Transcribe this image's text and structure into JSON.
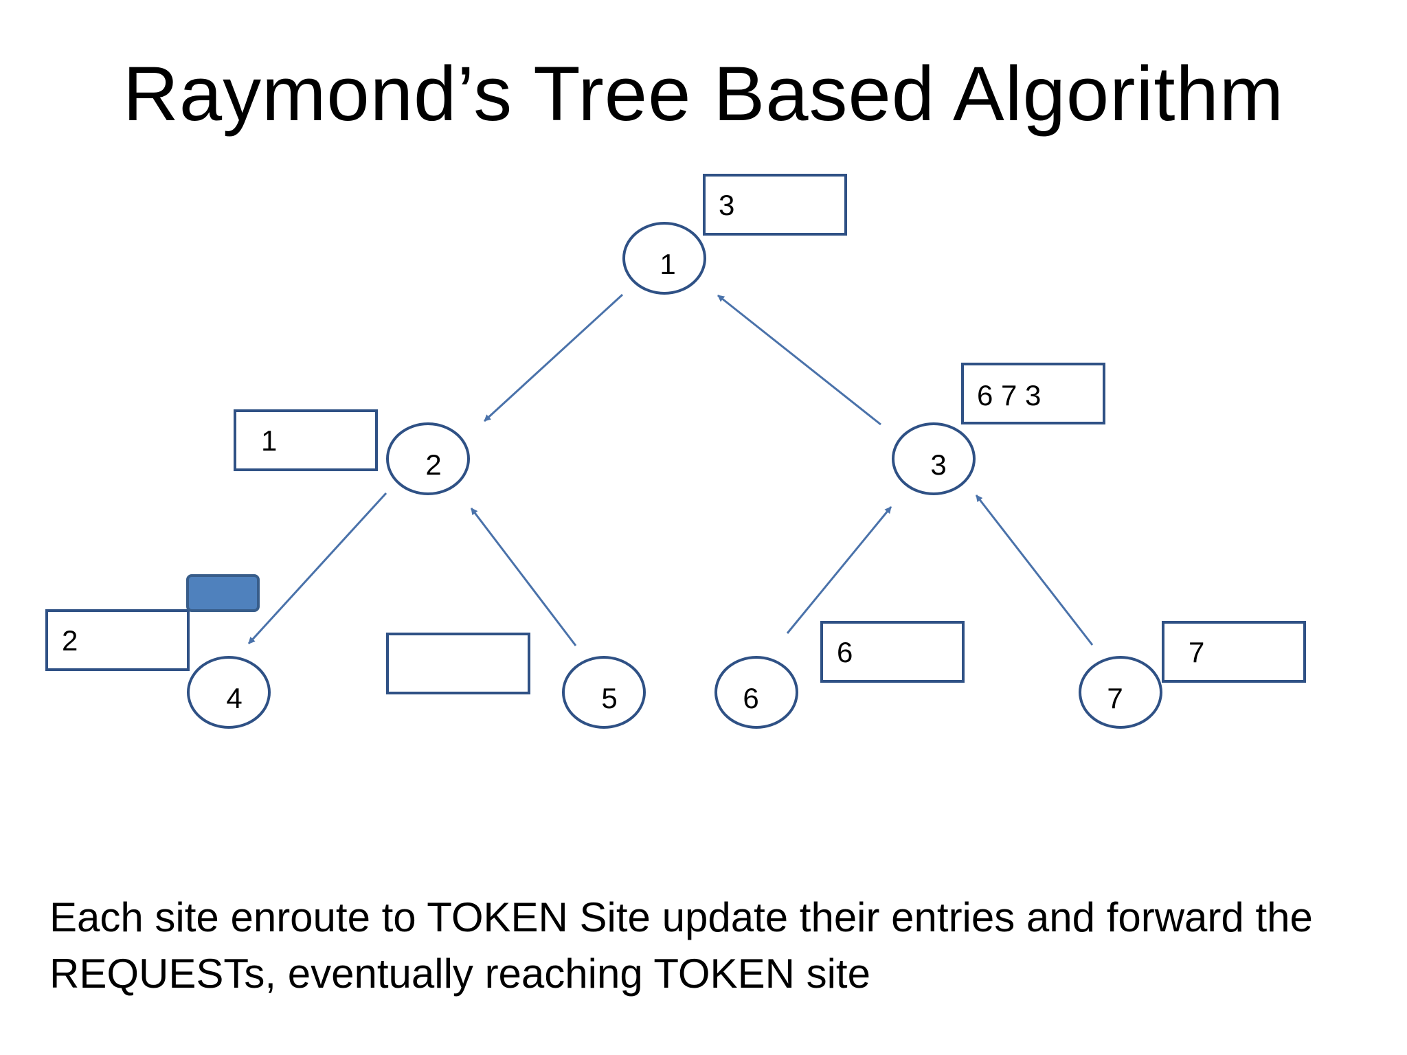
{
  "title": "Raymond’s Tree Based Algorithm",
  "caption": {
    "line1": "Each site enroute to TOKEN Site update their entries and forward the",
    "line2": "REQUESTs, eventually reaching TOKEN site"
  },
  "colors": {
    "node_stroke": "#2f5185",
    "arrow": "#4a72aa",
    "queue_stroke": "#2f5185",
    "token_fill": "#4f81bd",
    "token_stroke": "#385d8a"
  },
  "nodes": [
    {
      "id": "1",
      "label": "1"
    },
    {
      "id": "2",
      "label": "2"
    },
    {
      "id": "3",
      "label": "3"
    },
    {
      "id": "4",
      "label": "4"
    },
    {
      "id": "5",
      "label": "5"
    },
    {
      "id": "6",
      "label": "6"
    },
    {
      "id": "7",
      "label": "7"
    }
  ],
  "queues": [
    {
      "site": "1",
      "text": "3"
    },
    {
      "site": "2",
      "text": "1"
    },
    {
      "site": "3",
      "text": "6 7 3"
    },
    {
      "site": "4",
      "text": "2"
    },
    {
      "site": "5",
      "text": ""
    },
    {
      "site": "6",
      "text": "6"
    },
    {
      "site": "7",
      "text": "7"
    }
  ],
  "edges": [
    {
      "from": "1",
      "to": "2"
    },
    {
      "from": "3",
      "to": "1"
    },
    {
      "from": "2",
      "to": "4"
    },
    {
      "from": "5",
      "to": "2"
    },
    {
      "from": "6",
      "to": "3"
    },
    {
      "from": "7",
      "to": "3"
    }
  ],
  "token_site": "4"
}
